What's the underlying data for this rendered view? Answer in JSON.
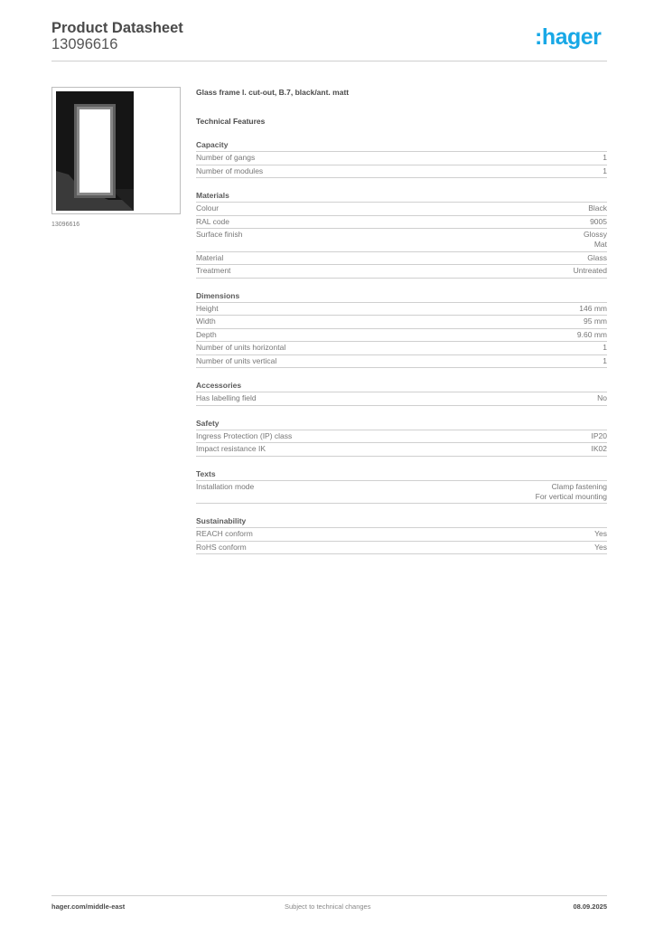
{
  "header": {
    "title": "Product Datasheet",
    "product_number": "13096616"
  },
  "logo": {
    "text": ":hager",
    "color": "#18a8e6"
  },
  "image": {
    "caption": "13096616",
    "alt": "glass-frame-product-image"
  },
  "product": {
    "name": "Glass frame l. cut-out, B.7, black/ant. matt"
  },
  "technical_features_heading": "Technical Features",
  "sections": [
    {
      "title": "Capacity",
      "rows": [
        {
          "label": "Number of gangs",
          "value": "1"
        },
        {
          "label": "Number of modules",
          "value": "1"
        }
      ]
    },
    {
      "title": "Materials",
      "rows": [
        {
          "label": "Colour",
          "value": "Black"
        },
        {
          "label": "RAL code",
          "value": "9005"
        },
        {
          "label": "Surface finish",
          "value": "Glossy\nMat"
        },
        {
          "label": "Material",
          "value": "Glass"
        },
        {
          "label": "Treatment",
          "value": "Untreated"
        }
      ]
    },
    {
      "title": "Dimensions",
      "rows": [
        {
          "label": "Height",
          "value": "146 mm"
        },
        {
          "label": "Width",
          "value": "95 mm"
        },
        {
          "label": "Depth",
          "value": "9.60 mm"
        },
        {
          "label": "Number of units horizontal",
          "value": "1"
        },
        {
          "label": "Number of units vertical",
          "value": "1"
        }
      ]
    },
    {
      "title": "Accessories",
      "rows": [
        {
          "label": "Has labelling field",
          "value": "No"
        }
      ]
    },
    {
      "title": "Safety",
      "rows": [
        {
          "label": "Ingress Protection (IP) class",
          "value": "IP20"
        },
        {
          "label": "Impact resistance IK",
          "value": "IK02"
        }
      ]
    },
    {
      "title": "Texts",
      "rows": [
        {
          "label": "Installation mode",
          "value": "Clamp fastening\nFor vertical mounting"
        }
      ]
    },
    {
      "title": "Sustainability",
      "rows": [
        {
          "label": "REACH conform",
          "value": "Yes"
        },
        {
          "label": "RoHS conform",
          "value": "Yes"
        }
      ]
    }
  ],
  "footer": {
    "website": "hager.com/middle-east",
    "notice": "Subject to technical changes",
    "date": "08.09.2025"
  }
}
